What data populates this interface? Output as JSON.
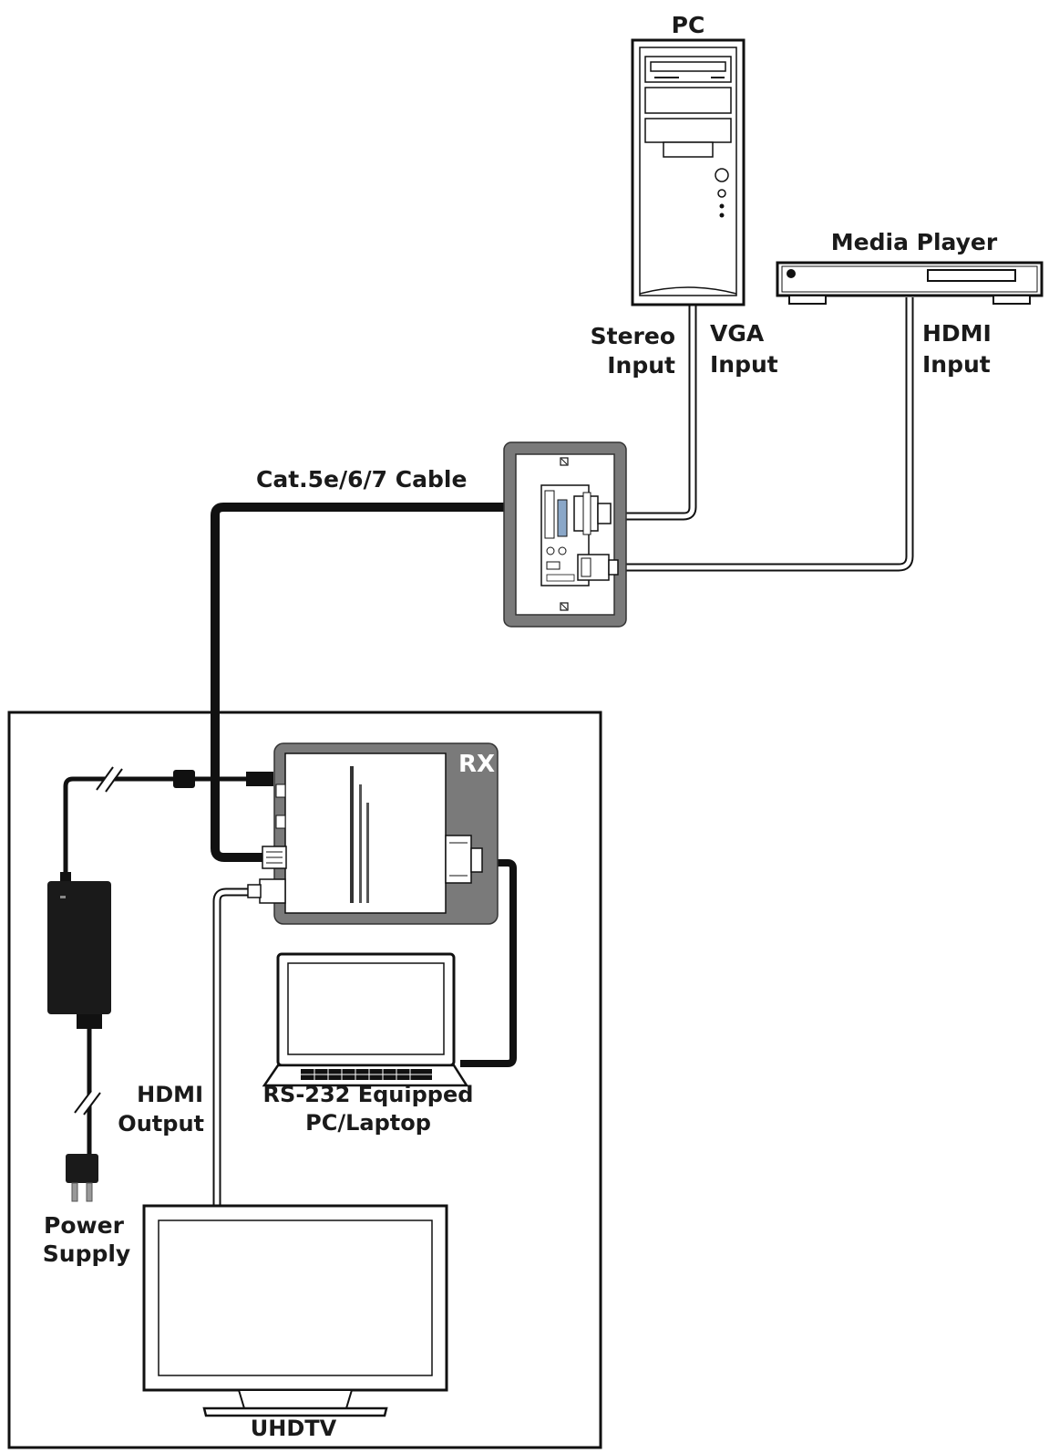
{
  "labels": {
    "pc": "PC",
    "media_player": "Media Player",
    "stereo_input": [
      "Stereo",
      "Input"
    ],
    "vga_input": [
      "VGA",
      "Input"
    ],
    "hdmi_input": [
      "HDMI",
      "Input"
    ],
    "cat_cable": "Cat.5e/6/7 Cable",
    "rx": "RX",
    "hdmi_output": [
      "HDMI",
      "Output"
    ],
    "rs232_pc": [
      "RS-232 Equipped",
      "PC/Laptop"
    ],
    "power_supply": [
      "Power",
      "Supply"
    ],
    "uhdtv": "UHDTV"
  },
  "colors": {
    "line": "#111111",
    "cable_black": "#111111",
    "cable_white": "#ffffff",
    "wall_plate_frame": "#7a7a7a",
    "rx_housing": "#7a7a7a",
    "rx_label": "#ffffff",
    "adapter": "#1a1a1a"
  }
}
